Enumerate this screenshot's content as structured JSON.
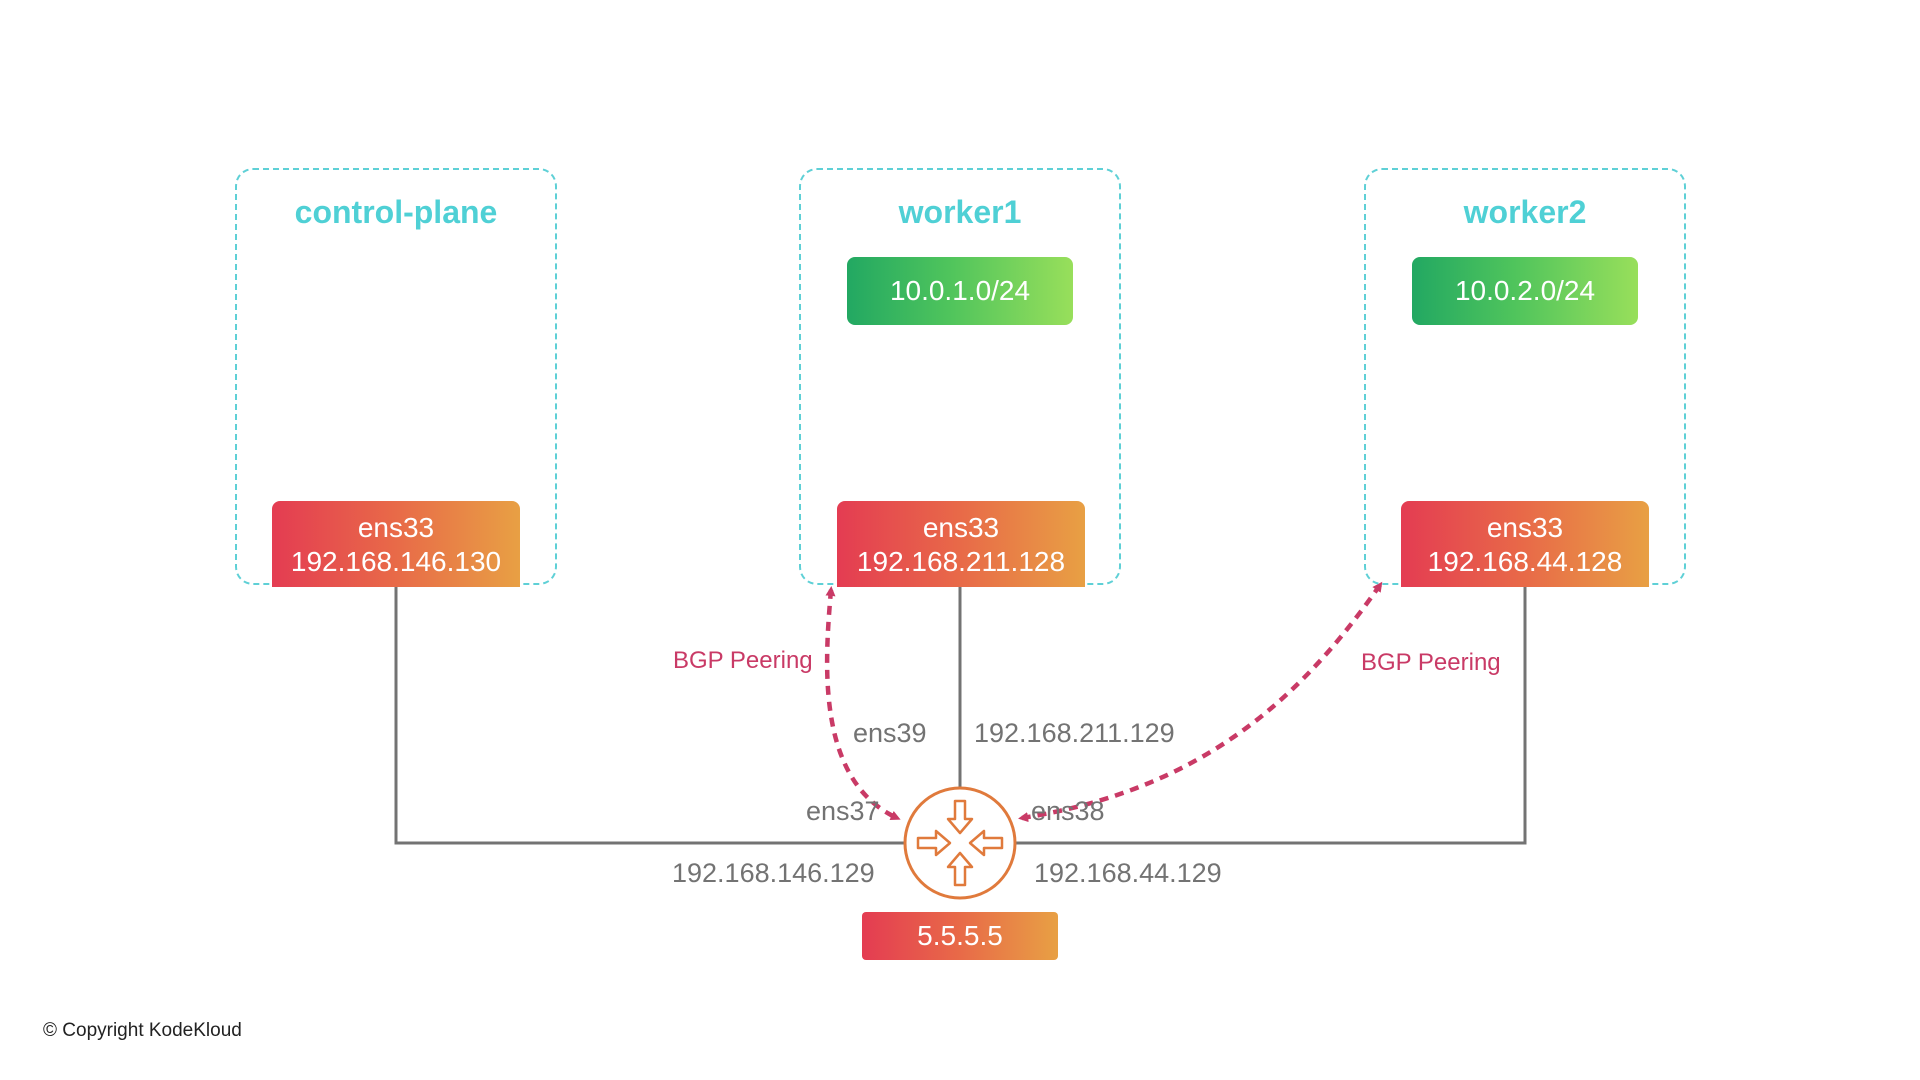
{
  "nodes": [
    {
      "title": "control-plane",
      "iface_name": "ens33",
      "iface_ip": "192.168.146.130"
    },
    {
      "title": "worker1",
      "subnet": "10.0.1.0/24",
      "iface_name": "ens33",
      "iface_ip": "192.168.211.128"
    },
    {
      "title": "worker2",
      "subnet": "10.0.2.0/24",
      "iface_name": "ens33",
      "iface_ip": "192.168.44.128"
    }
  ],
  "router": {
    "id": "5.5.5.5",
    "icon": "router-icon",
    "interfaces": {
      "ens37": {
        "name": "ens37",
        "ip": "192.168.146.129"
      },
      "ens39": {
        "name": "ens39",
        "ip": "192.168.211.129"
      },
      "ens38": {
        "name": "ens38",
        "ip": "192.168.44.129"
      }
    }
  },
  "bgp": {
    "left_label": "BGP Peering",
    "right_label": "BGP Peering"
  },
  "copyright": "© Copyright KodeKloud",
  "colors": {
    "cyan": "#4fd0d5",
    "bgp": "#c93a66",
    "line": "#737373",
    "router": "#e07a3c"
  }
}
